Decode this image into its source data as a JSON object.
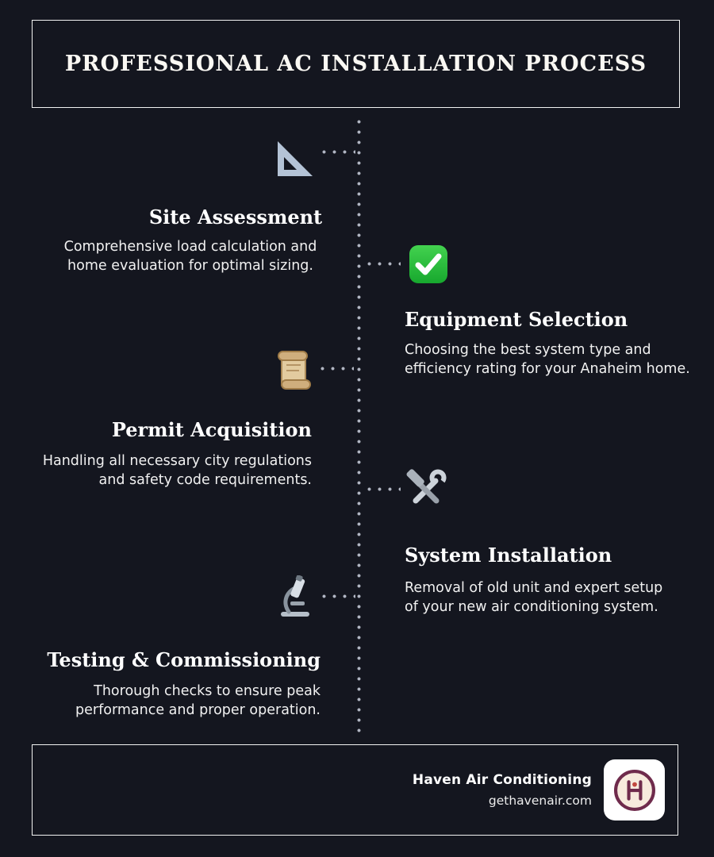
{
  "title": "PROFESSIONAL AC INSTALLATION PROCESS",
  "steps": [
    {
      "icon": "triangle-ruler-icon",
      "title": "Site Assessment",
      "desc": "Comprehensive load calculation and\nhome evaluation for optimal sizing."
    },
    {
      "icon": "check-mark-icon",
      "title": "Equipment Selection",
      "desc": "Choosing the best system type and\nefficiency rating for your Anaheim home."
    },
    {
      "icon": "scroll-icon",
      "title": "Permit Acquisition",
      "desc": "Handling all necessary city regulations\nand safety code requirements."
    },
    {
      "icon": "hammer-and-wrench-icon",
      "title": "System Installation",
      "desc": "Removal of old unit and expert setup\nof your new air conditioning system."
    },
    {
      "icon": "microscope-icon",
      "title": "Testing & Commissioning",
      "desc": "Thorough checks to ensure peak\nperformance and proper operation."
    }
  ],
  "footer": {
    "company": "Haven Air Conditioning",
    "website": "gethavenair.com"
  },
  "colors": {
    "background": "#14161f",
    "heading_text": "#faf8f3",
    "body_text": "#f1f1f1",
    "border": "#f2f2f2",
    "dots": "#b0b5c2",
    "check_green": "#23b838",
    "parchment_tan": "#e2cb9f",
    "logo_maroon": "#6f2b4c"
  }
}
